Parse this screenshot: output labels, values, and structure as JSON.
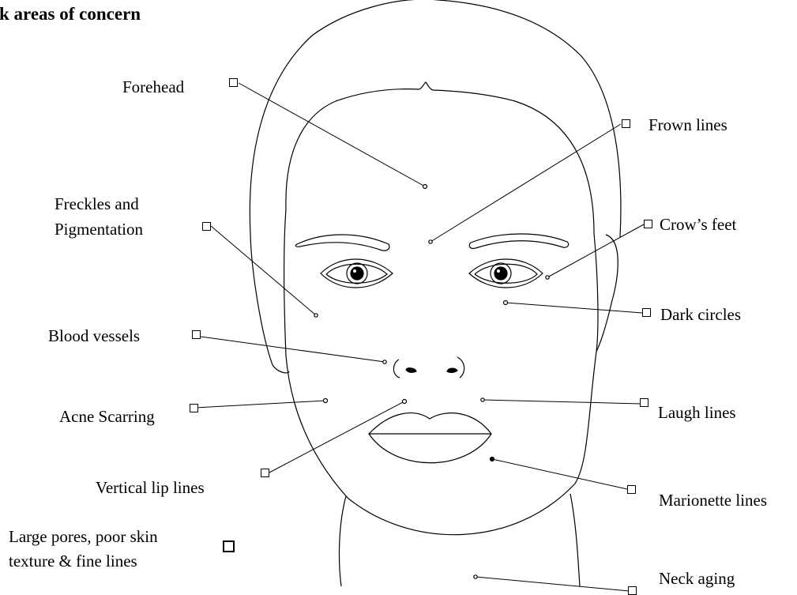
{
  "title": "k areas of concern",
  "regions": [
    {
      "id": "forehead",
      "label": "Forehead",
      "checked": false
    },
    {
      "id": "frown-lines",
      "label": "Frown lines",
      "checked": false
    },
    {
      "id": "freckles-pigmentation",
      "label_lines": [
        "Freckles and",
        "Pigmentation"
      ],
      "checked": false
    },
    {
      "id": "crows-feet",
      "label": "Crow’s feet",
      "checked": false
    },
    {
      "id": "dark-circles",
      "label": "Dark circles",
      "checked": false
    },
    {
      "id": "blood-vessels",
      "label": "Blood vessels",
      "checked": false
    },
    {
      "id": "acne-scarring",
      "label": "Acne Scarring",
      "checked": false
    },
    {
      "id": "laugh-lines",
      "label": "Laugh lines",
      "checked": false
    },
    {
      "id": "vertical-lip-lines",
      "label": "Vertical lip lines",
      "checked": false
    },
    {
      "id": "marionette-lines",
      "label": "Marionette lines",
      "checked": false
    },
    {
      "id": "large-pores",
      "label_lines": [
        "Large pores, poor skin",
        "texture & fine lines"
      ],
      "checked": false
    },
    {
      "id": "neck-aging",
      "label": "Neck aging",
      "checked": false
    }
  ]
}
